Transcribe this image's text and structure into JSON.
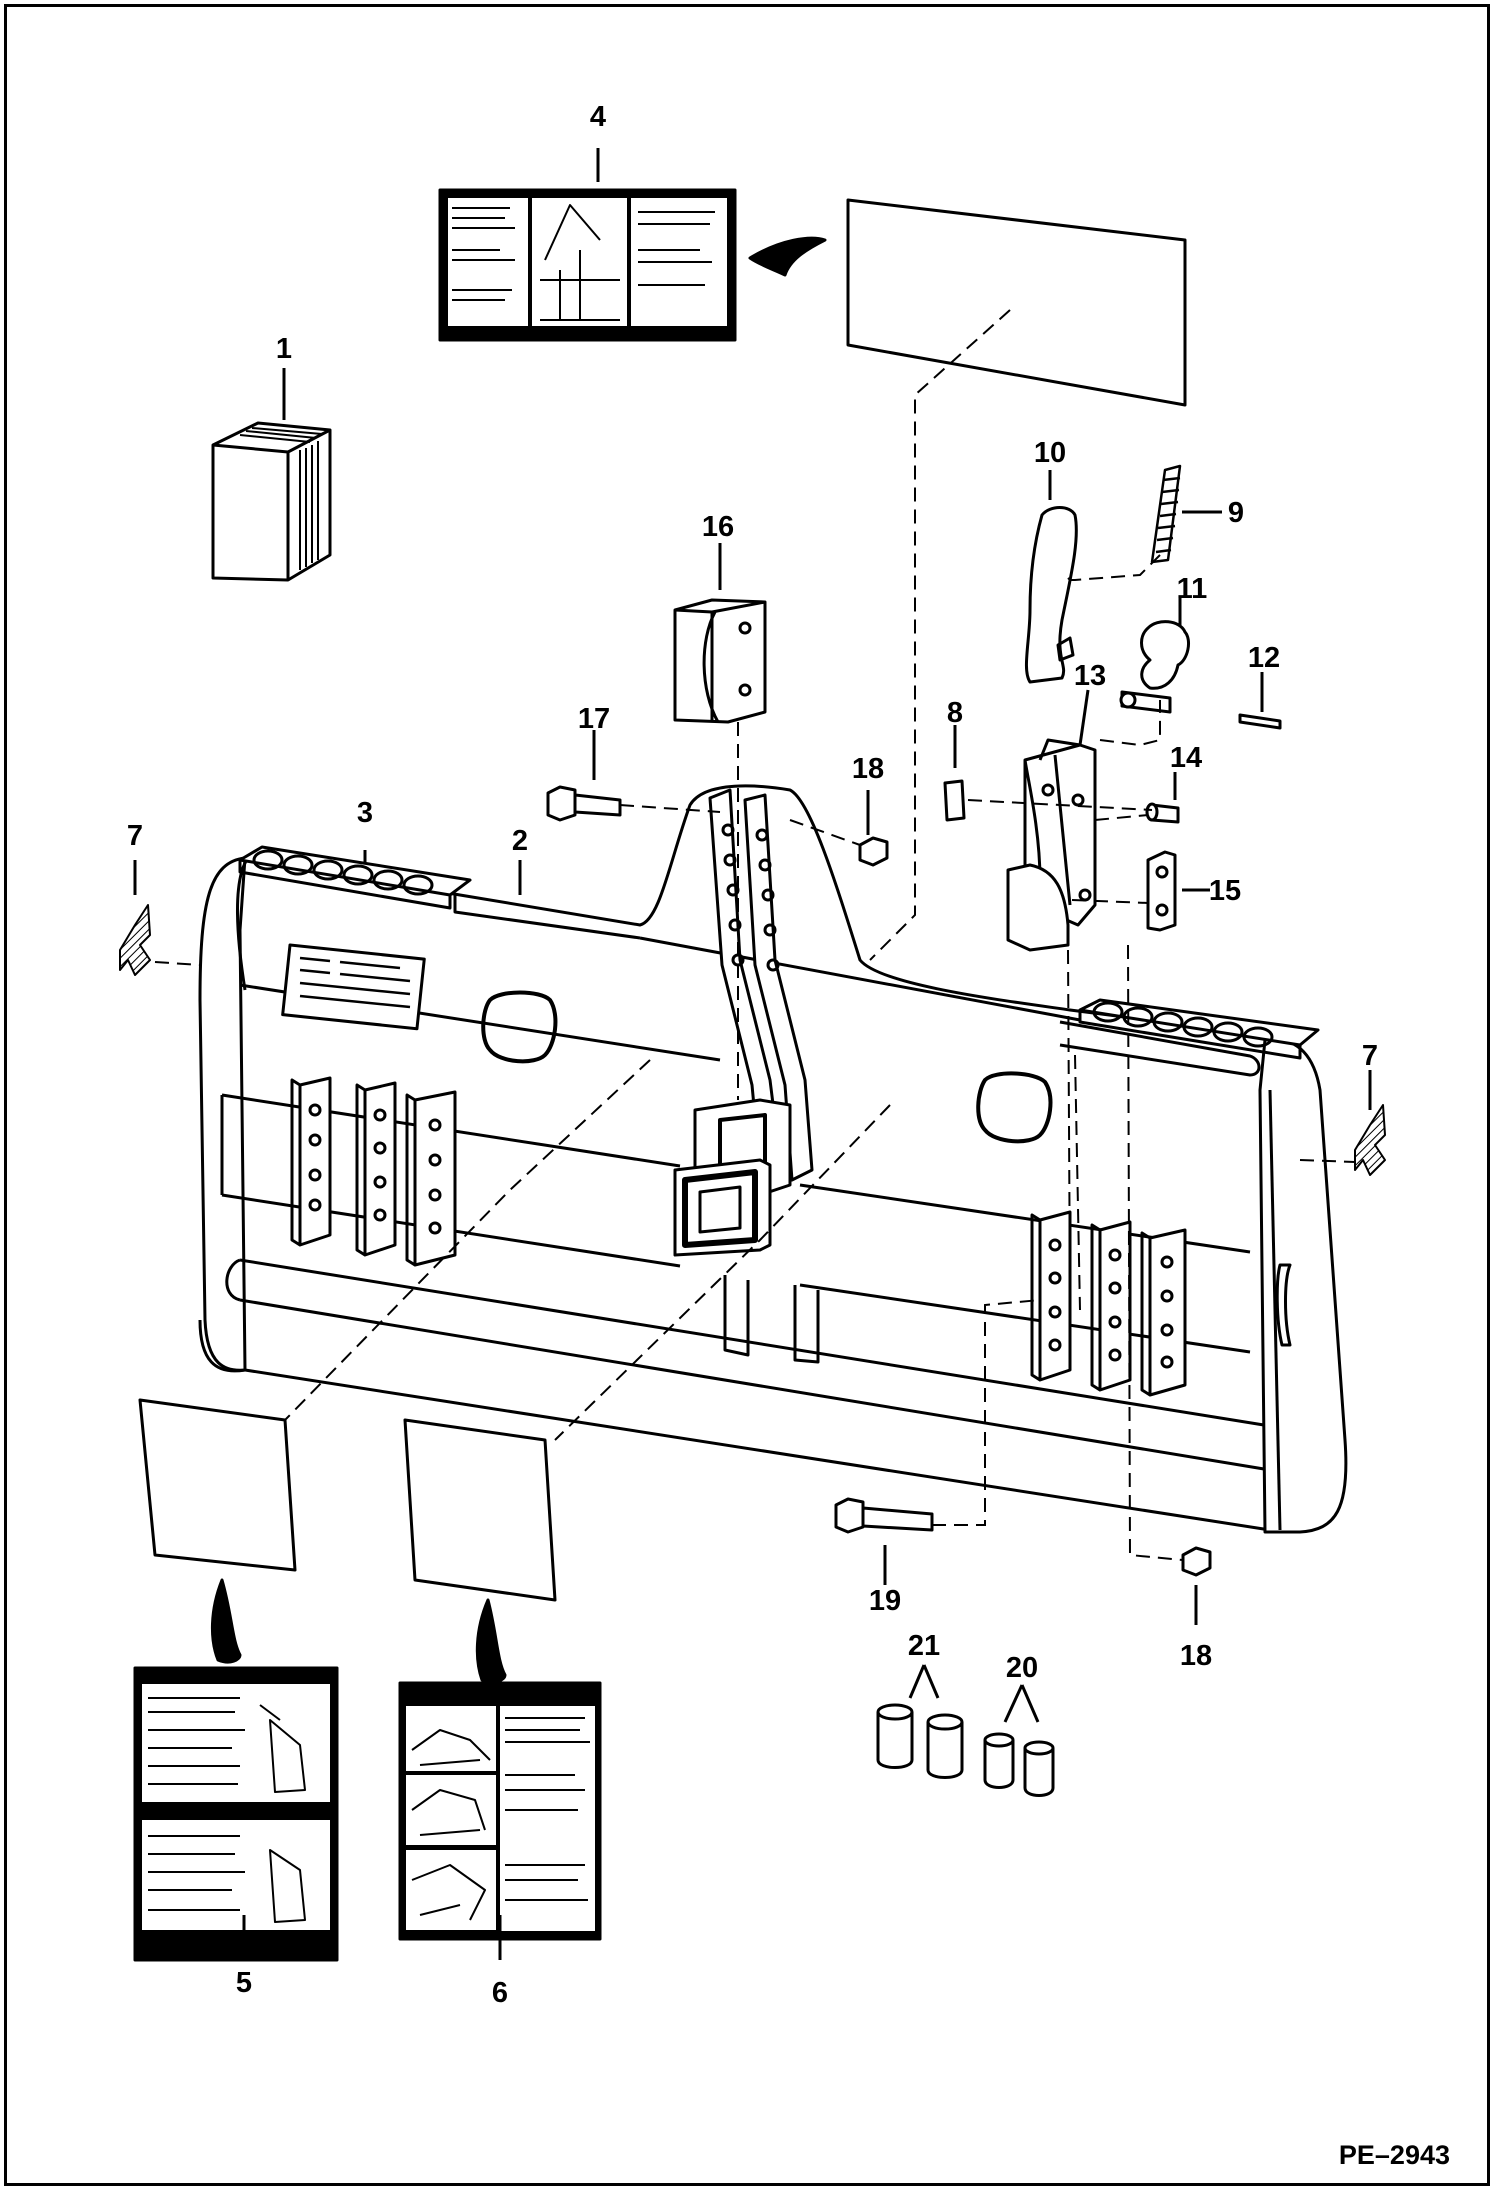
{
  "diagram": {
    "callouts": [
      {
        "id": "c1",
        "label": "1"
      },
      {
        "id": "c2",
        "label": "2"
      },
      {
        "id": "c3",
        "label": "3"
      },
      {
        "id": "c4",
        "label": "4"
      },
      {
        "id": "c5",
        "label": "5"
      },
      {
        "id": "c6",
        "label": "6"
      },
      {
        "id": "c7l",
        "label": "7"
      },
      {
        "id": "c7r",
        "label": "7"
      },
      {
        "id": "c8",
        "label": "8"
      },
      {
        "id": "c9",
        "label": "9"
      },
      {
        "id": "c10",
        "label": "10"
      },
      {
        "id": "c11",
        "label": "11"
      },
      {
        "id": "c12",
        "label": "12"
      },
      {
        "id": "c13",
        "label": "13"
      },
      {
        "id": "c14",
        "label": "14"
      },
      {
        "id": "c15",
        "label": "15"
      },
      {
        "id": "c16",
        "label": "16"
      },
      {
        "id": "c17",
        "label": "17"
      },
      {
        "id": "c18t",
        "label": "18"
      },
      {
        "id": "c18b",
        "label": "18"
      },
      {
        "id": "c19",
        "label": "19"
      },
      {
        "id": "c20",
        "label": "20"
      },
      {
        "id": "c21",
        "label": "21"
      }
    ],
    "drawing_code": "PE–2943"
  }
}
